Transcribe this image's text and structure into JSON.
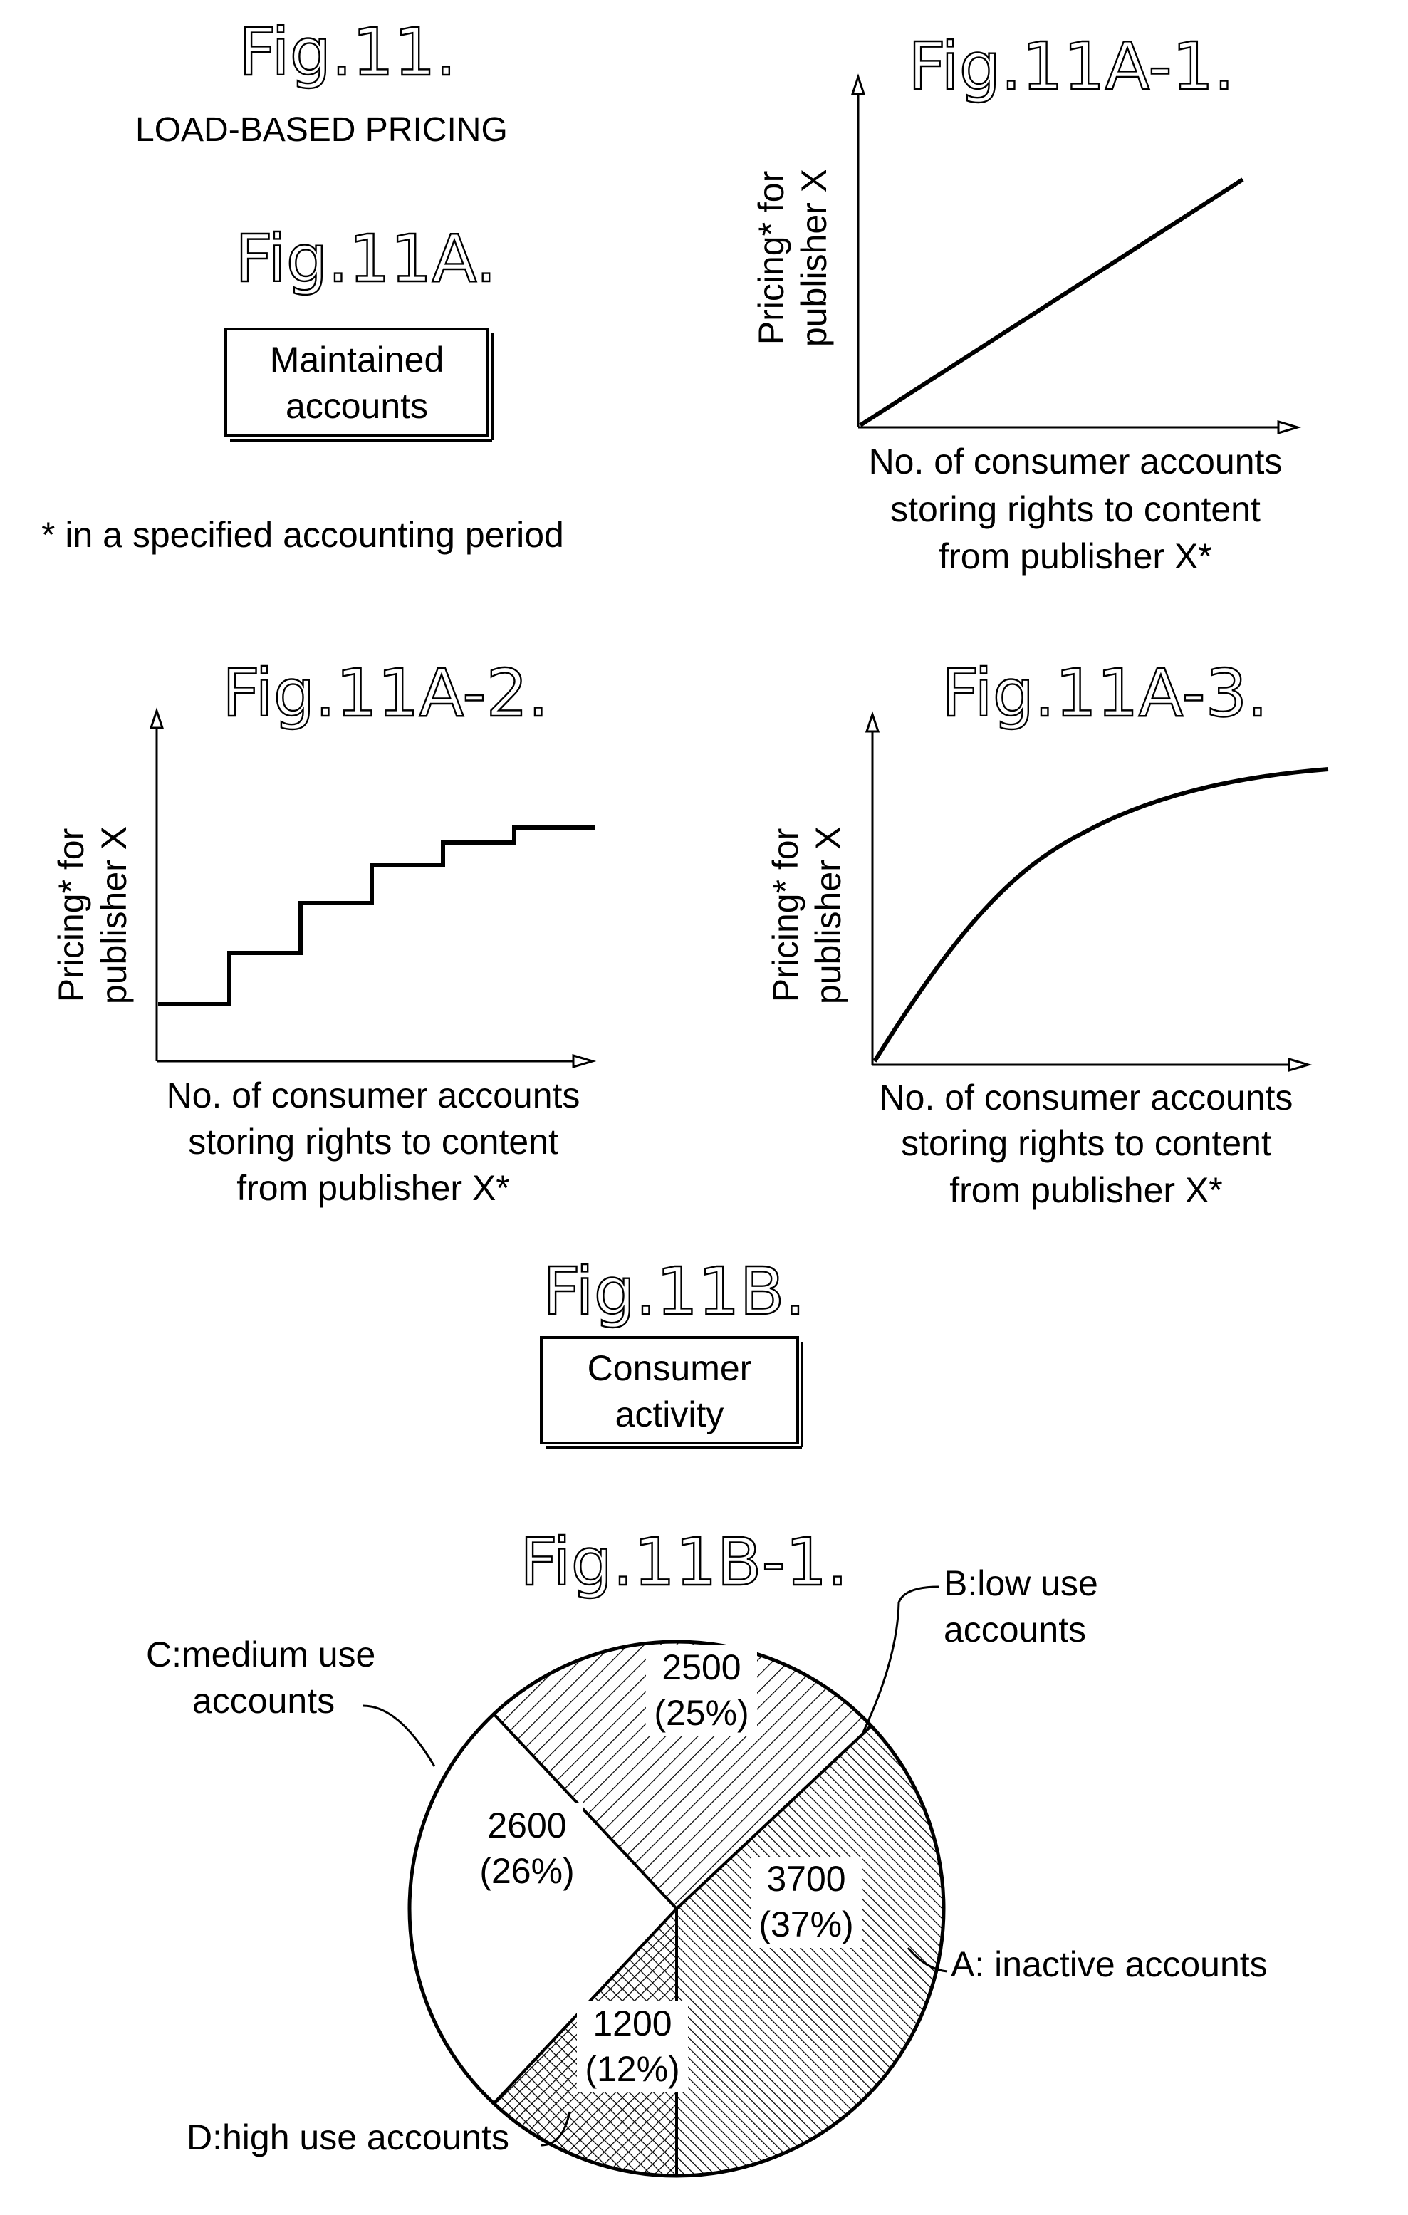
{
  "fig11": {
    "label": "Fig.11.",
    "heading": "LOAD-BASED PRICING"
  },
  "fig11a": {
    "label": "Fig.11A.",
    "box_lines": [
      "Maintained",
      "accounts"
    ],
    "footnote": "* in a specified accounting period"
  },
  "graphs": {
    "g1": {
      "label": "Fig.11A-1.",
      "ylabel": [
        "Pricing* for",
        "publisher X"
      ],
      "xlabel": [
        "No. of consumer accounts",
        "storing rights to content",
        "from publisher X*"
      ]
    },
    "g2": {
      "label": "Fig.11A-2.",
      "ylabel": [
        "Pricing* for",
        "publisher X"
      ],
      "xlabel": [
        "No. of consumer accounts",
        "storing rights to content",
        "from publisher X*"
      ]
    },
    "g3": {
      "label": "Fig.11A-3.",
      "ylabel": [
        "Pricing* for",
        "publisher X"
      ],
      "xlabel": [
        "No. of consumer accounts",
        "storing rights to content",
        "from publisher X*"
      ]
    }
  },
  "fig11b": {
    "label": "Fig.11B.",
    "box_lines": [
      "Consumer",
      "activity"
    ]
  },
  "fig11b1": {
    "label": "Fig.11B-1."
  },
  "chart_data": {
    "type": "pie",
    "slices": [
      {
        "id": "A",
        "value": 3700,
        "percent": "37%",
        "value_label": "3700",
        "percent_label": "(37%)",
        "legend_lines": [
          "A: inactive accounts"
        ],
        "pattern": "dense-diagonal"
      },
      {
        "id": "B",
        "value": 2500,
        "percent": "25%",
        "value_label": "2500",
        "percent_label": "(25%)",
        "legend_lines": [
          "B:low use",
          "accounts"
        ],
        "pattern": "diagonal"
      },
      {
        "id": "C",
        "value": 2600,
        "percent": "26%",
        "value_label": "2600",
        "percent_label": "(26%)",
        "legend_lines": [
          "C:medium use",
          "accounts"
        ],
        "pattern": "none"
      },
      {
        "id": "D",
        "value": 1200,
        "percent": "12%",
        "value_label": "1200",
        "percent_label": "(12%)",
        "legend_lines": [
          "D:high use accounts"
        ],
        "pattern": "crosshatch"
      }
    ]
  }
}
